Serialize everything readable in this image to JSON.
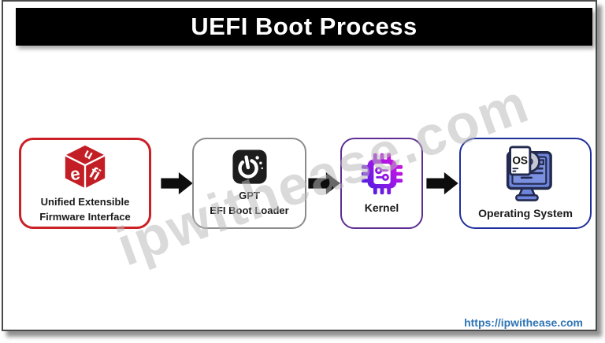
{
  "page": {
    "title": "UEFI Boot Process",
    "watermark": "ipwithease.com",
    "footer_link": "https://ipwithease.com"
  },
  "flow": {
    "boxes": [
      {
        "name": "uefi",
        "icon": "uefi-logo-icon",
        "line1": "Unified Extensible",
        "line2": "Firmware Interface",
        "border_color": "#cb2026",
        "logo_letters": {
          "top": "u",
          "left": "e",
          "right": "fi"
        }
      },
      {
        "name": "efi-boot-loader",
        "icon": "power-icon",
        "line1": "GPT",
        "line2": "EFI Boot Loader",
        "border_color": "#8c8c8c"
      },
      {
        "name": "kernel",
        "icon": "chip-icon",
        "line1": "Kernel",
        "border_color": "#5e2d91"
      },
      {
        "name": "operating-system",
        "icon": "monitor-os-icon",
        "line1": "Operating System",
        "border_color": "#1e2f9a",
        "icon_text": "OS"
      }
    ],
    "arrow_color": "#0d0d0d"
  },
  "colors": {
    "title_bar_bg": "#000000",
    "title_text": "#ffffff",
    "uefi_logo_red": "#c31e25",
    "kernel_gradient_start": "#4a1fe0",
    "kernel_gradient_end": "#d613dc",
    "os_icon_blue": "#6d85dc",
    "os_icon_outline": "#232a4d",
    "watermark_gray": "#b9b9b9",
    "footer_link_blue": "#2e74b5",
    "arrow_black": "#0d0d0d"
  }
}
